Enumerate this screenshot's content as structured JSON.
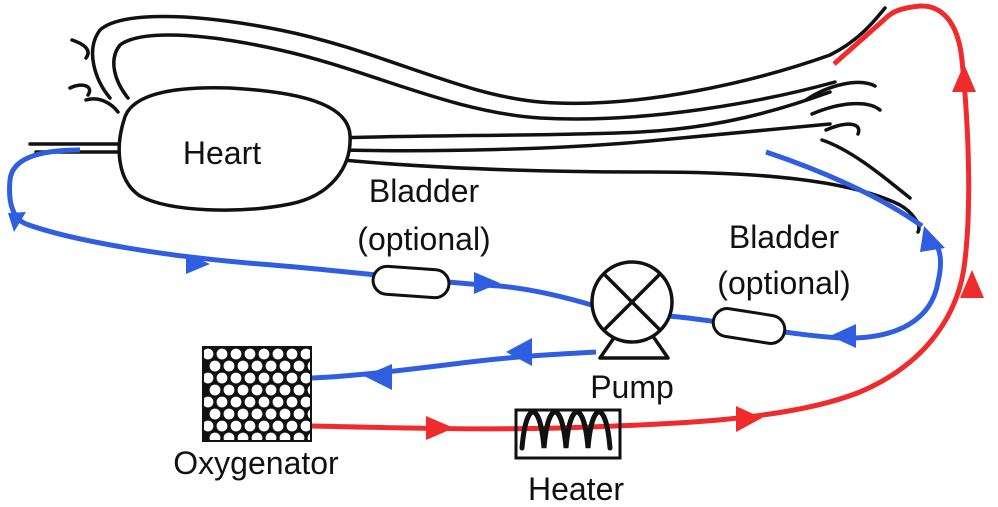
{
  "labels": {
    "heart": "Heart",
    "bladder_left_1": "Bladder",
    "bladder_left_2": "(optional)",
    "bladder_right_1": "Bladder",
    "bladder_right_2": "(optional)",
    "pump": "Pump",
    "oxygenator": "Oxygenator",
    "heater": "Heater"
  },
  "colors": {
    "venous": "#2f5fe0",
    "arterial": "#ef2b2b",
    "outline": "#111111"
  }
}
